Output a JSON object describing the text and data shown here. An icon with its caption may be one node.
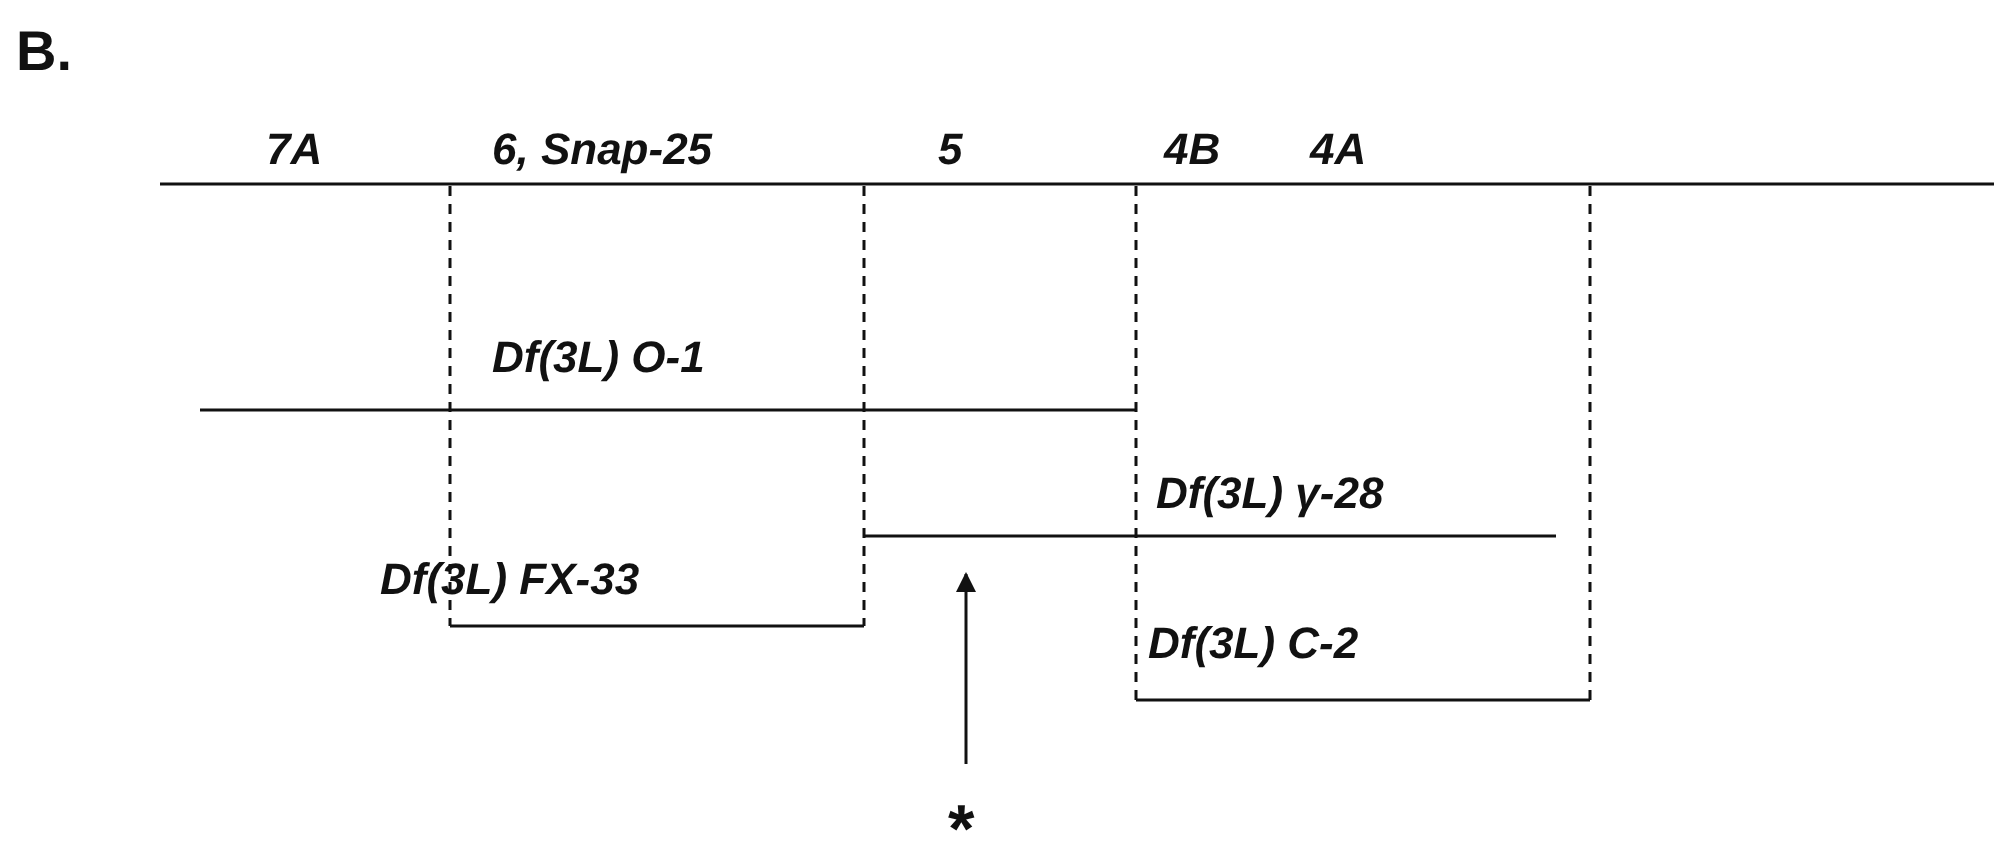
{
  "diagram": {
    "labels": [
      "B.",
      "7A",
      "6, Snap-25",
      "5",
      "4B",
      "4A",
      "Df(3L) O-1",
      "Df(3L) FX-33",
      "Df(3L) γ-28",
      "Df(3L) C-2",
      "*"
    ]
  }
}
